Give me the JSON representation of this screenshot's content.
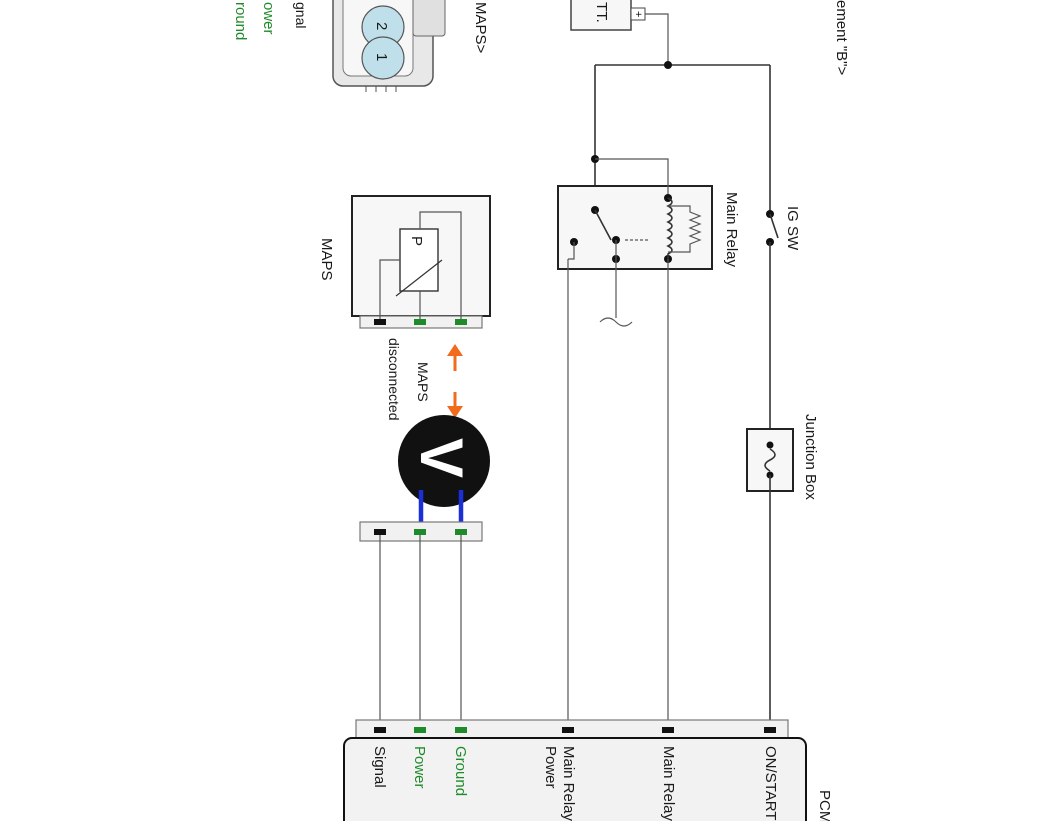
{
  "legend": {
    "signal": "gnal",
    "power": "ower",
    "ground": "round"
  },
  "sensor_view": {
    "label": "MAPS>",
    "pins": [
      "2",
      "1"
    ]
  },
  "battery": {
    "label": "TT.",
    "plus": "+"
  },
  "element_title": "ement \"B\">",
  "maps_component": {
    "label": "MAPS",
    "symbol": "P"
  },
  "disconnect_note": {
    "line1": "MAPS",
    "line2": "disconnected"
  },
  "voltmeter": {
    "symbol": "V"
  },
  "main_relay": {
    "label": "Main Relay"
  },
  "ig_switch": {
    "label": "IG SW"
  },
  "junction_box": {
    "label": "Junction Box"
  },
  "pcm": {
    "label": "PCM",
    "pins": [
      {
        "label": "Signal",
        "color": "#111111"
      },
      {
        "label": "Power",
        "color": "#1f8a2a"
      },
      {
        "label": "Ground",
        "color": "#1f8a2a"
      },
      {
        "label_line1": "Main Relay",
        "label_line2": "Power",
        "color": "#111111"
      },
      {
        "label": "Main Relay",
        "color": "#111111"
      },
      {
        "label": "ON/START",
        "color": "#111111"
      }
    ]
  },
  "colors": {
    "green_pin": "#1f8a2a",
    "voltmeter_lead": "#1b2fd6",
    "arrow": "#f26a1b"
  }
}
